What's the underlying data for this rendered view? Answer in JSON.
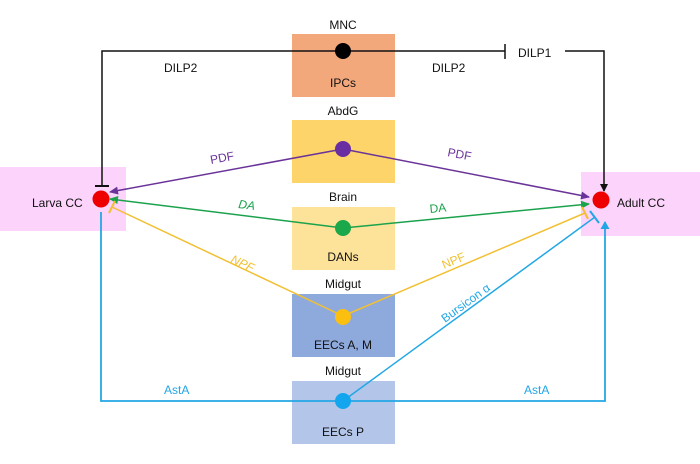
{
  "colors": {
    "mnc_box": "#f3a87c",
    "abdg_box": "#fdd46a",
    "brain_box": "#fde29a",
    "midgut_am_box": "#8ea9dc",
    "midgut_p_box": "#b3c5e8",
    "cc_box": "#fbd3fb",
    "cc_node": "#ee0000",
    "dilp": "#111111",
    "pdf": "#6a3399",
    "da": "#1ba24c",
    "npf": "#f2c033",
    "asta": "#22a7e6",
    "npf_node": "#fbbf10",
    "asta_node": "#13a6ee"
  },
  "targets": {
    "larva": {
      "label": "Larva CC"
    },
    "adult": {
      "label": "Adult CC"
    }
  },
  "sources": [
    {
      "region": "MNC",
      "cells": "IPCs"
    },
    {
      "region": "AbdG",
      "cells": ""
    },
    {
      "region": "Brain",
      "cells": "DANs"
    },
    {
      "region": "Midgut",
      "cells": "EECs A, M"
    },
    {
      "region": "Midgut",
      "cells": "EECs P"
    }
  ],
  "edges": {
    "dilp2_larva": "DILP2",
    "dilp2_adult": "DILP2",
    "dilp1": "DILP1",
    "pdf_larva": "PDF",
    "pdf_adult": "PDF",
    "da_larva": "DA",
    "da_adult": "DA",
    "npf_larva": "NPF",
    "npf_adult": "NPF",
    "bursicon": "Bursicon α",
    "asta_larva": "AstA",
    "asta_adult": "AstA"
  }
}
